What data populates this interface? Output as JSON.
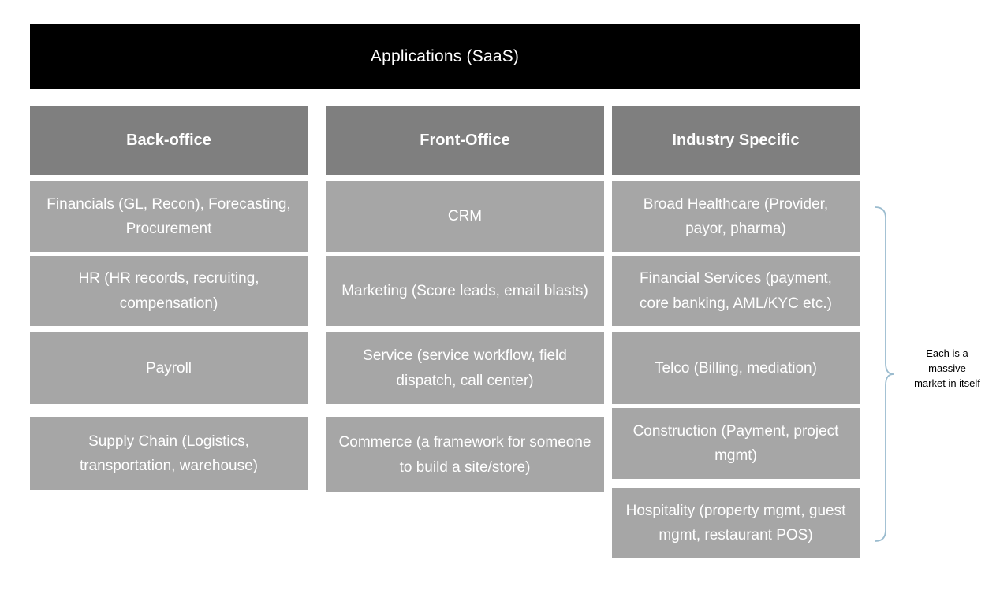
{
  "title": "Applications (SaaS)",
  "columns": [
    {
      "header": "Back-office",
      "cells": [
        "Financials (GL, Recon), Forecasting, Procurement",
        "HR (HR records, recruiting, compensation)",
        "Payroll",
        "Supply Chain (Logistics, transportation, warehouse)"
      ]
    },
    {
      "header": "Front-Office",
      "cells": [
        "CRM",
        "Marketing (Score leads, email blasts)",
        "Service (service workflow, field dispatch, call center)",
        "Commerce (a framework for someone to build a site/store)"
      ]
    },
    {
      "header": "Industry Specific",
      "cells": [
        "Broad Healthcare (Provider, payor, pharma)",
        "Financial Services (payment, core banking, AML/KYC etc.)",
        "Telco (Billing, mediation)",
        "Construction (Payment, project mgmt)",
        "Hospitality (property mgmt, guest mgmt, restaurant POS)"
      ]
    }
  ],
  "annotation": {
    "text": "Each is a massive market in itself"
  },
  "colors": {
    "title_bg": "#000000",
    "header_bg": "#7f7f7f",
    "cell_bg": "#a6a6a6",
    "cell_text": "#ffffff",
    "bracket": "#9bbccf",
    "annotation_text": "#000000"
  }
}
